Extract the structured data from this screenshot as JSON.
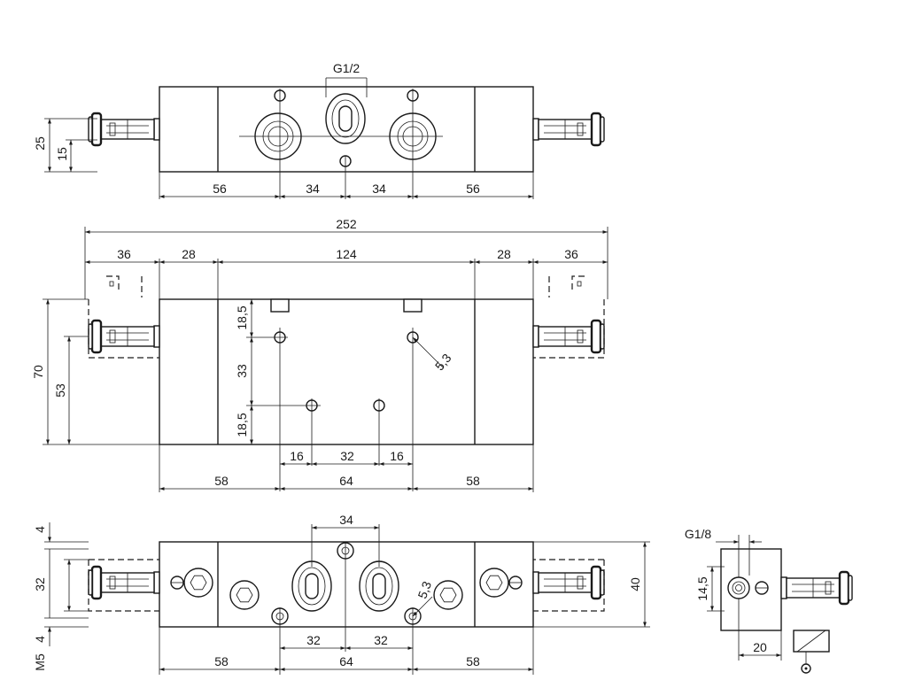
{
  "dims": {
    "top": {
      "d25": "25",
      "d15": "15",
      "d56a": "56",
      "d34a": "34",
      "d34b": "34",
      "d56b": "56",
      "thread": "G1/2"
    },
    "middle": {
      "d252": "252",
      "d36a": "36",
      "d28a": "28",
      "d124": "124",
      "d28b": "28",
      "d36b": "36",
      "d70": "70",
      "d53": "53",
      "d185a": "18,5",
      "d33": "33",
      "d185b": "18,5",
      "dia53": "5,3",
      "d16a": "16",
      "d32": "32",
      "d16b": "16",
      "d58a": "58",
      "d64": "64",
      "d58b": "58"
    },
    "bottom": {
      "d4a": "4",
      "d32v": "32",
      "d4b": "4",
      "m5": "M5",
      "d34": "34",
      "dia53": "5,3",
      "d32a": "32",
      "d32b": "32",
      "d40": "40",
      "d58a": "58",
      "d64": "64",
      "d58b": "58"
    },
    "side": {
      "thread": "G1/8",
      "d145": "14,5",
      "d20": "20"
    }
  }
}
